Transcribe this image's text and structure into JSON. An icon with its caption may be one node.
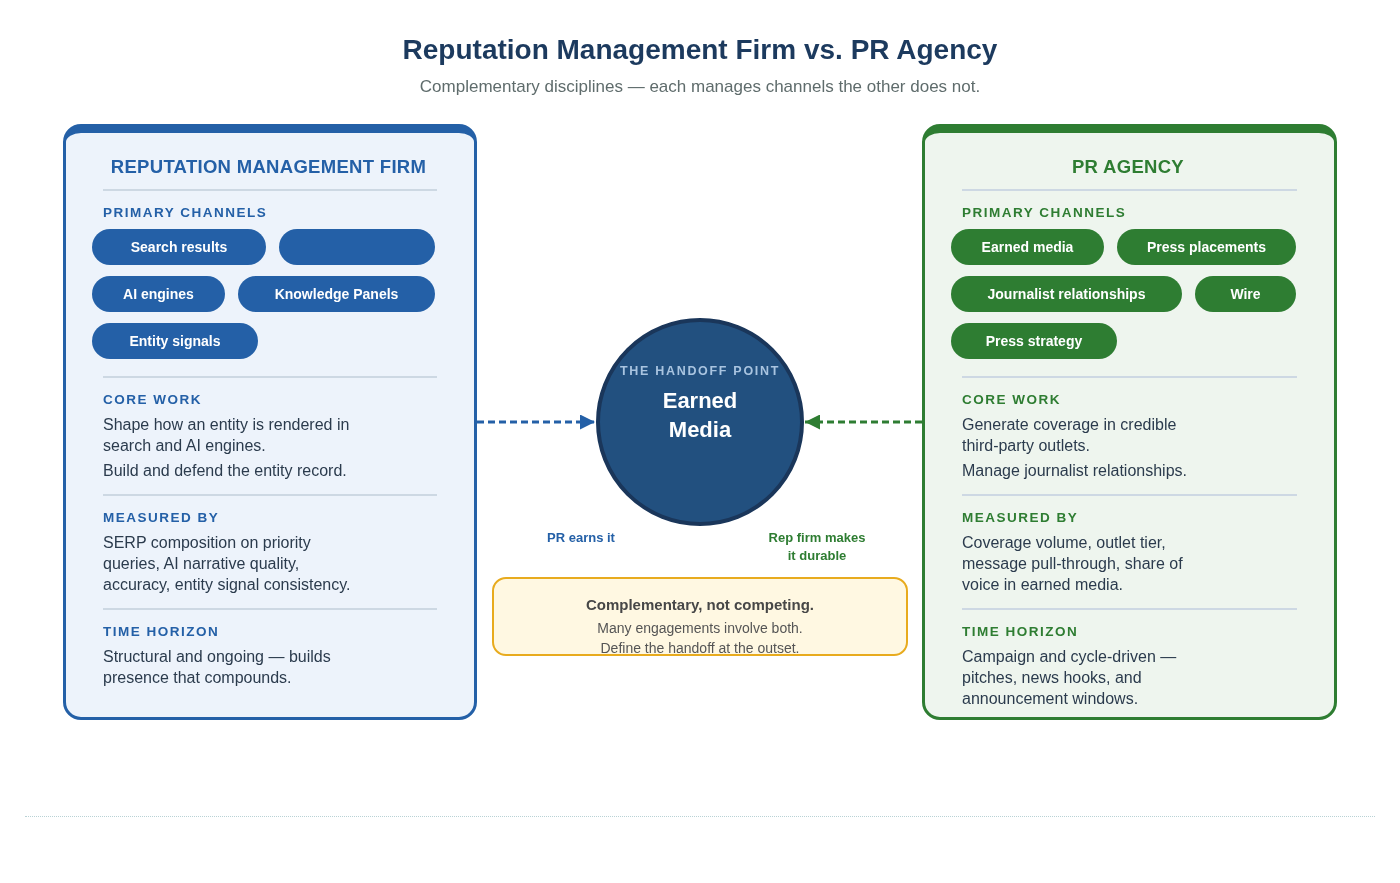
{
  "diagram": {
    "title": "Reputation Management Firm vs. PR Agency",
    "caption": "Complementary disciplines — each manages channels the other does not.",
    "nodes": [
      {
        "text": [
          "REPUTATION MANAGEMENT FIRM",
          "PRIMARY CHANNELS",
          "CORE WORK",
          "Shape how an entity is rendered in search and AI engines.",
          "Build and defend the entity record.",
          "MEASURED BY",
          "SERP composition on priority queries, AI narrative quality, accuracy, entity signal consistency.",
          "TIME HORIZON",
          "Structural and ongoing — builds presence that compounds."
        ]
      },
      {
        "text": [
          "Search results"
        ],
        "in": 0
      },
      {
        "text": [],
        "shape": "box",
        "in": 0
      },
      {
        "text": [
          "AI engines"
        ],
        "in": 0
      },
      {
        "text": [
          "Knowledge Panels"
        ],
        "in": 0
      },
      {
        "text": [
          "Entity signals"
        ],
        "in": 0
      },
      {
        "text": [
          "THE HANDOFF POINT",
          "Earned Media"
        ]
      },
      {
        "text": [
          "PR AGENCY",
          "PRIMARY CHANNELS",
          "CORE WORK",
          "Generate coverage in credible third-party outlets.",
          "Manage journalist relationships.",
          "MEASURED BY",
          "Coverage volume, outlet tier, message pull-through, share of voice in earned media.",
          "TIME HORIZON",
          "Campaign and cycle-driven — pitches, news hooks, and announcement windows."
        ]
      },
      {
        "text": [
          "Earned media"
        ],
        "in": 7
      },
      {
        "text": [
          "Press placements"
        ],
        "in": 7
      },
      {
        "text": [
          "Journalist relationships"
        ],
        "in": 7
      },
      {
        "text": [
          "Wire"
        ],
        "in": 7
      },
      {
        "text": [
          "Press strategy"
        ],
        "in": 7
      },
      {
        "text": [
          "Complementary, not competing.",
          "Many engagements involve both.",
          "Define the handoff at the outset."
        ]
      }
    ],
    "edges": [
      {
        "from": 0,
        "to": 6,
        "arrow": "to",
        "style": "dashed",
        "color": "#2460a7"
      },
      {
        "from": 7,
        "to": 6,
        "arrow": "to",
        "style": "dashed",
        "color": "#2e7d32"
      }
    ],
    "labels": [
      "PR earns it",
      "Rep firm makes it durable"
    ]
  }
}
